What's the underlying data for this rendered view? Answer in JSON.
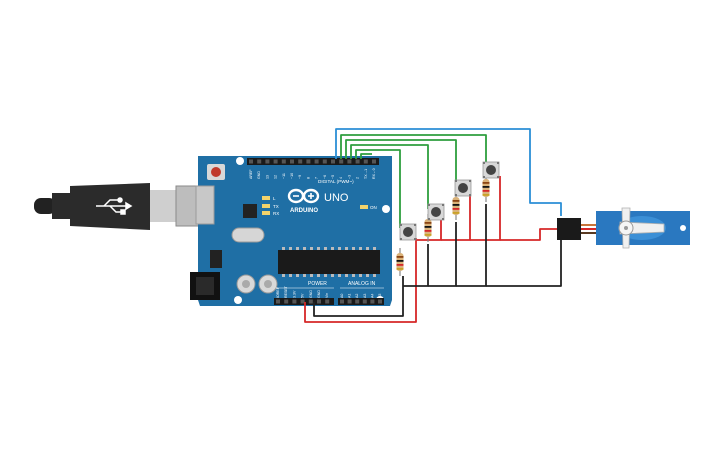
{
  "board": {
    "brand": "ARDUINO",
    "model": "UNO",
    "digital_label": "DIGITAL (PWM~)",
    "power_label": "POWER",
    "analog_label": "ANALOG IN",
    "on_label": "ON",
    "tx_label": "TX",
    "rx_label": "RX",
    "l_label": "L",
    "digital_pins": [
      "AREF",
      "GND",
      "13",
      "12",
      "~11",
      "~10",
      "~9",
      "8",
      "7",
      "~6",
      "~5",
      "4",
      "~3",
      "2",
      "TX→1",
      "RX←0"
    ],
    "power_pins": [
      "IOREF",
      "RESET",
      "3.3V",
      "5V",
      "GND",
      "GND",
      "Vin"
    ],
    "analog_pins": [
      "A0",
      "A1",
      "A2",
      "A3",
      "A4",
      "A5"
    ]
  },
  "components": {
    "buttons": [
      "pushbutton-1",
      "pushbutton-2",
      "pushbutton-3",
      "pushbutton-4"
    ],
    "resistors": [
      "resistor-1",
      "resistor-2",
      "resistor-3",
      "resistor-4"
    ],
    "servo": "servo-motor"
  },
  "colors": {
    "board": "#1f6fa5",
    "wire_signal": "#2e9e3e",
    "wire_servo_signal": "#2b8fd6",
    "wire_power": "#d62728",
    "wire_ground": "#222222",
    "servo_body": "#2a78c0"
  }
}
